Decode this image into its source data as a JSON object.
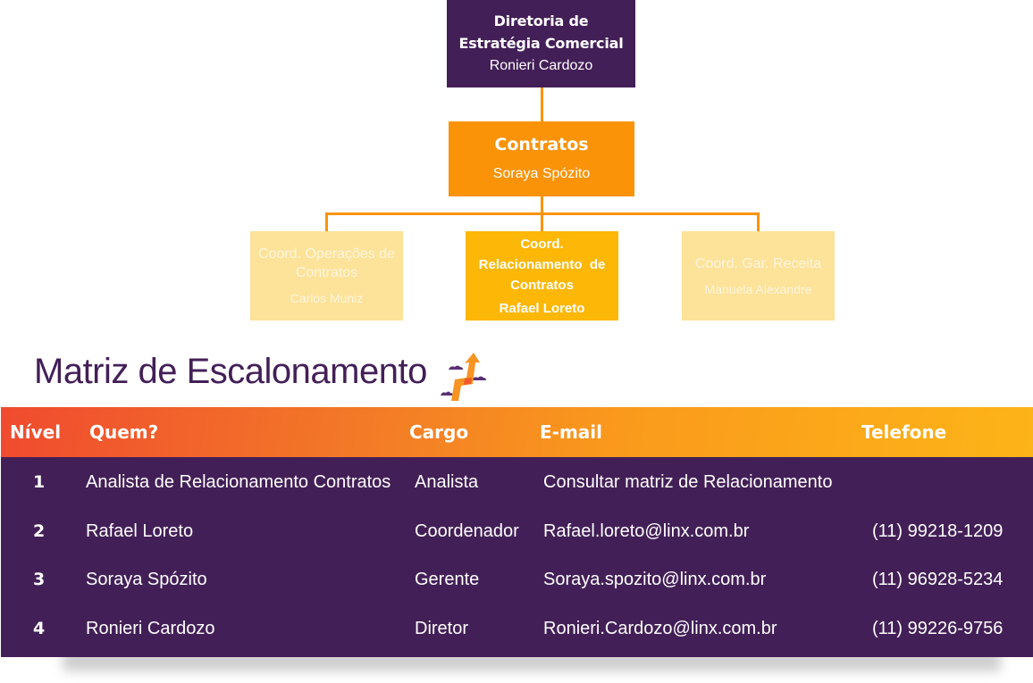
{
  "org_chart": {
    "top": {
      "title_line1": "Diretoria de",
      "title_line2": "Estratégia Comercial",
      "name": "Ronieri Cardozo",
      "color": "#431f57"
    },
    "middle": {
      "title": "Contratos",
      "name": "Soraya Spózito",
      "color": "#fb9308"
    },
    "children": [
      {
        "title_line1": "Coord. Operações de",
        "title_line2": "Contratos",
        "name": "Carlos Muniz",
        "color": "#fde299",
        "highlighted": false
      },
      {
        "title_line1": "Coord.",
        "title_line2": "Relacionamento  de",
        "title_line3": "Contratos",
        "name": "Rafael Loreto",
        "color": "#fdb707",
        "highlighted": true
      },
      {
        "title_line1": "Coord. Gar. Receita",
        "name": "Manuela Alexandre",
        "color": "#fde299",
        "highlighted": false
      }
    ],
    "connector_color": "#fb9308"
  },
  "matrix": {
    "title": "Matriz de Escalonamento",
    "icon": "escalation-arrow-icon",
    "columns": [
      "Nível",
      "Quem?",
      "Cargo",
      "E-mail",
      "Telefone"
    ],
    "rows": [
      {
        "level": "1",
        "who": "Analista de Relacionamento Contratos",
        "role": "Analista",
        "email": "Consultar matriz de Relacionamento",
        "phone": ""
      },
      {
        "level": "2",
        "who": "Rafael Loreto",
        "role": "Coordenador",
        "email": "Rafael.loreto@linx.com.br",
        "phone": "(11) 99218-1209"
      },
      {
        "level": "3",
        "who": "Soraya Spózito",
        "role": "Gerente",
        "email": "Soraya.spozito@linx.com.br",
        "phone": "(11) 96928-5234"
      },
      {
        "level": "4",
        "who": "Ronieri Cardozo",
        "role": "Diretor",
        "email": "Ronieri.Cardozo@linx.com.br",
        "phone": "(11) 99226-9756"
      }
    ],
    "header_gradient": [
      "#f04a2f",
      "#fdb418"
    ],
    "body_color": "#431f57"
  }
}
